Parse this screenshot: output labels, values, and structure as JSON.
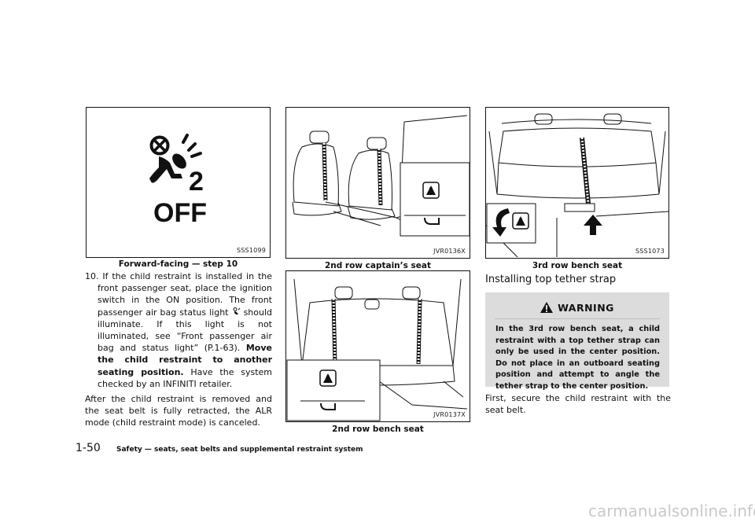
{
  "figures": {
    "fig1": {
      "code": "SSS1099",
      "caption": "Forward-facing — step 10",
      "label_off": "OFF",
      "label_2": "2"
    },
    "fig2": {
      "code": "JVR0136X",
      "caption": "2nd row captain’s seat"
    },
    "fig3": {
      "code": "JVR0137X",
      "caption": "2nd row bench seat"
    },
    "fig4": {
      "code": "SSS1073",
      "caption": "3rd row bench seat"
    }
  },
  "left_column": {
    "step_10": {
      "number": "10.",
      "text_a": "If the child restraint is installed in the front passenger seat, place the ignition switch in the ON position. The front passenger air bag status light",
      "text_b": "should illuminate. If this light is not illuminated, see “Front passenger air bag and status light” (P.1-63).",
      "bold_text": "Move the child restraint to another seating position.",
      "text_c": "Have the system checked by an INFINITI retailer."
    },
    "closing_paragraph": "After the child restraint is removed and the seat belt is fully retracted, the ALR mode (child restraint mode) is canceled."
  },
  "right_column": {
    "section_title": "Installing top tether strap",
    "warning": {
      "title": "WARNING",
      "body": "In the 3rd row bench seat, a child restraint with a top tether strap can only be used in the center position. Do not place in an outboard seating position and attempt to angle the tether strap to the center position."
    },
    "paragraph": "First, secure the child restraint with the seat belt."
  },
  "footer": {
    "page_number": "1-50",
    "section": "Safety — seats, seat belts and supplemental restraint system"
  },
  "watermark": "carmanualsonline.info",
  "icons": [
    "airbag-status-light-icon",
    "tether-anchor-icon",
    "warning-triangle-icon",
    "arrow-icon"
  ]
}
